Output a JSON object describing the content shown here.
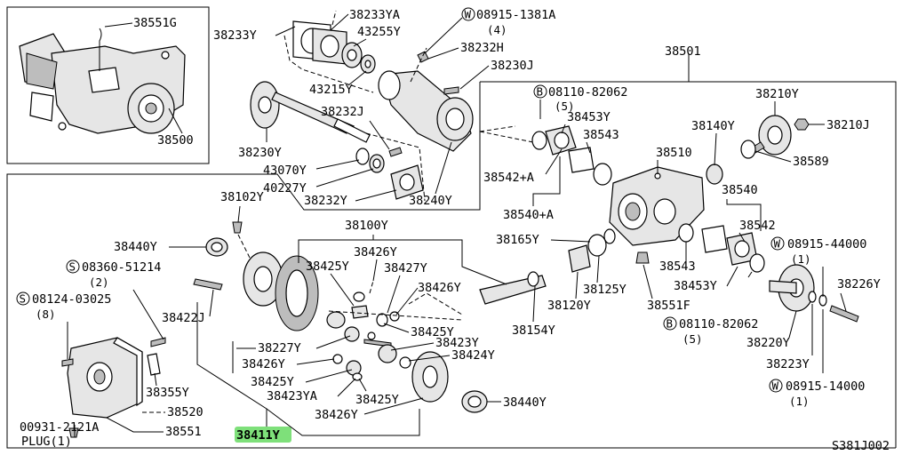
{
  "labels": {
    "l38551G": "38551G",
    "l38500": "38500",
    "l38233Y": "38233Y",
    "l38233YA": "38233YA",
    "w1_prefix": "W",
    "w1_num": "08915-1381A",
    "w1_qty": "(4)",
    "l43255Y": "43255Y",
    "l38232H": "38232H",
    "l38230J": "38230J",
    "l38501": "38501",
    "l43215Y": "43215Y",
    "l38232J": "38232J",
    "l38230Y": "38230Y",
    "l43070Y": "43070Y",
    "l40227Y": "40227Y",
    "l38232Y": "38232Y",
    "l38240Y": "38240Y",
    "b1_prefix": "B",
    "b1_num": "08110-82062",
    "b1_qty": "(5)",
    "l38453Y_a": "38453Y",
    "l38543_a": "38543",
    "l38140Y": "38140Y",
    "l38210Y": "38210Y",
    "l38210J": "38210J",
    "l38510": "38510",
    "l38589": "38589",
    "l38542A": "38542+A",
    "l38540A": "38540+A",
    "l38540": "38540",
    "l38542": "38542",
    "l38102Y": "38102Y",
    "l38100Y": "38100Y",
    "l38165Y": "38165Y",
    "l38440Y_a": "38440Y",
    "l38426Y_a": "38426Y",
    "w2_prefix": "W",
    "w2_num": "08915-44000",
    "w2_qty": "(1)",
    "s1_prefix": "S",
    "s1_num": "08360-51214",
    "s1_qty": "(2)",
    "l38425Y_a": "38425Y",
    "l38427Y": "38427Y",
    "l38543_b": "38543",
    "l38453Y_b": "38453Y",
    "l38226Y": "38226Y",
    "s2_prefix": "S",
    "s2_num": "08124-03025",
    "s2_qty": "(8)",
    "l38426Y_b": "38426Y",
    "l38125Y": "38125Y",
    "l38422J": "38422J",
    "l38120Y": "38120Y",
    "l38551F": "38551F",
    "b2_prefix": "B",
    "b2_num": "08110-82062",
    "b2_qty": "(5)",
    "l38425Y_b": "38425Y",
    "l38154Y": "38154Y",
    "l38227Y": "38227Y",
    "l38423Y": "38423Y",
    "l38220Y": "38220Y",
    "l38426Y_c": "38426Y",
    "l38424Y": "38424Y",
    "l38223Y": "38223Y",
    "l38355Y": "38355Y",
    "l38425Y_c": "38425Y",
    "w3_prefix": "W",
    "w3_num": "08915-14000",
    "w3_qty": "(1)",
    "l38423YA": "38423YA",
    "l38520": "38520",
    "l38425Y_d": "38425Y",
    "l38440Y_b": "38440Y",
    "l38426Y_d": "38426Y",
    "l00931": "00931-2121A",
    "l38551": "38551",
    "plug": "PLUG(1)",
    "l38411Y": "38411Y",
    "drawing_code": "S381J002"
  },
  "colors": {
    "highlight": "#7ee07a",
    "ink": "#000000",
    "paper": "#ffffff"
  }
}
